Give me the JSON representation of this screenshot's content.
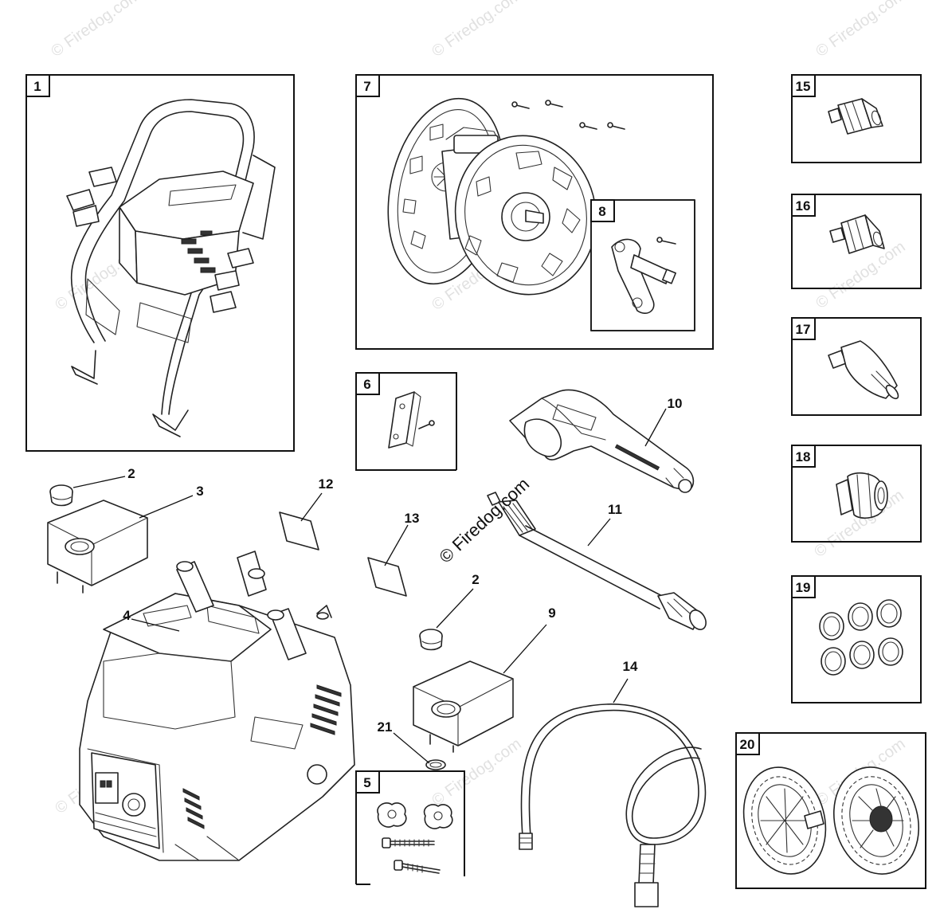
{
  "watermark": {
    "main": "© Firedog.com",
    "faint": "© Firedog.com"
  },
  "boxes": [
    {
      "id": "1"
    },
    {
      "id": "7"
    },
    {
      "id": "8"
    },
    {
      "id": "6"
    },
    {
      "id": "5"
    },
    {
      "id": "15"
    },
    {
      "id": "16"
    },
    {
      "id": "17"
    },
    {
      "id": "18"
    },
    {
      "id": "19"
    },
    {
      "id": "20"
    }
  ],
  "callouts": {
    "c2a": "2",
    "c3": "3",
    "c12": "12",
    "c13": "13",
    "c10": "10",
    "c11": "11",
    "c2b": "2",
    "c9": "9",
    "c4": "4",
    "c14": "14",
    "c21": "21"
  }
}
